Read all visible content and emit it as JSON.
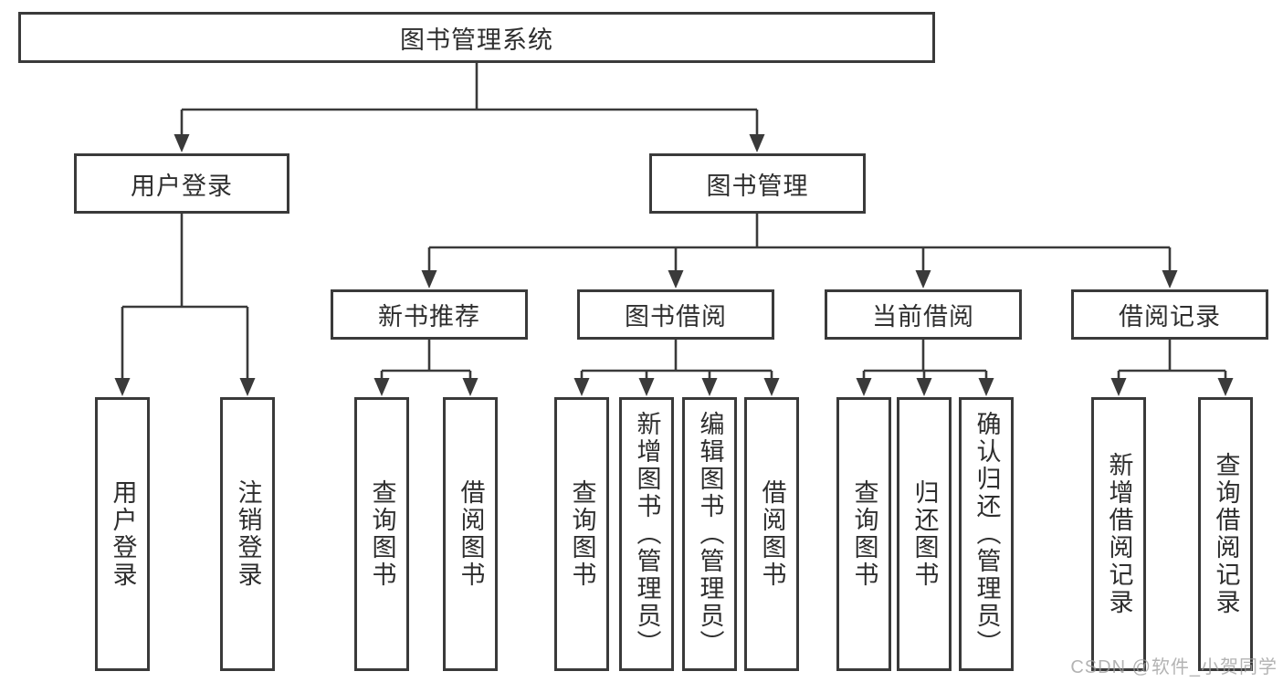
{
  "diagram": {
    "root": {
      "label": "图书管理系统"
    },
    "branches": [
      {
        "label": "用户登录",
        "children": [
          {
            "label": "用户登录"
          },
          {
            "label": "注销登录"
          }
        ]
      },
      {
        "label": "图书管理",
        "children": [
          {
            "label": "新书推荐",
            "children": [
              {
                "label": "查询图书"
              },
              {
                "label": "借阅图书"
              }
            ]
          },
          {
            "label": "图书借阅",
            "children": [
              {
                "label": "查询图书"
              },
              {
                "label": "新增图书（管理员）"
              },
              {
                "label": "编辑图书（管理员）"
              },
              {
                "label": "借阅图书"
              }
            ]
          },
          {
            "label": "当前借阅",
            "children": [
              {
                "label": "查询图书"
              },
              {
                "label": "归还图书"
              },
              {
                "label": "确认归还（管理员）"
              }
            ]
          },
          {
            "label": "借阅记录",
            "children": [
              {
                "label": "新增借阅记录"
              },
              {
                "label": "查询借阅记录"
              }
            ]
          }
        ]
      }
    ]
  },
  "watermark": {
    "text": "CSDN @软件_小贺同学"
  },
  "colors": {
    "line": "#3a3a3a",
    "box_border": "#3a3a3a",
    "text": "#2e2e2e",
    "watermark": "#9a9a9a",
    "background": "#ffffff"
  }
}
